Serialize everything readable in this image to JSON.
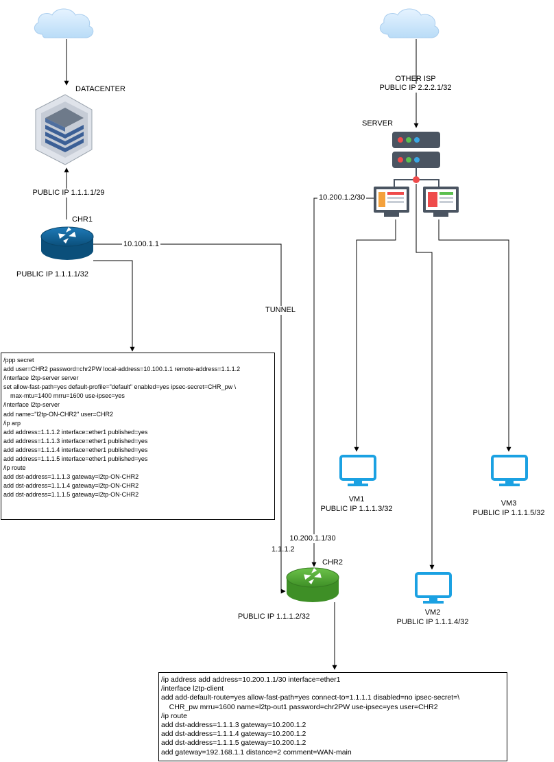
{
  "labels": {
    "datacenter": "DATACENTER",
    "dc_public_ip": "PUBLIC IP 1.1.1.1/29",
    "chr1": "CHR1",
    "chr1_public_ip": "PUBLIC IP 1.1.1.1/32",
    "tunnel_ip_chr1": "10.100.1.1",
    "tunnel": "TUNNEL",
    "tunnel_ip_chr2": "1.1.1.2",
    "other_isp": "OTHER ISP",
    "other_isp_ip": "PUBLIC IP 2.2.2.1/32",
    "server": "SERVER",
    "server_link_ip": "10.200.1.2/30",
    "chr2_link_ip": "10.200.1.1/30",
    "chr2": "CHR2",
    "chr2_public_ip": "PUBLIC IP 1.1.1.2/32",
    "vm1": "VM1",
    "vm1_ip": "PUBLIC IP 1.1.1.3/32",
    "vm2": "VM2",
    "vm2_ip": "PUBLIC IP 1.1.1.4/32",
    "vm3": "VM3",
    "vm3_ip": "PUBLIC IP 1.1.1.5/32"
  },
  "chr1_config": [
    "/ppp secret",
    "add user=CHR2 password=chr2PW local-address=10.100.1.1 remote-address=1.1.1.2",
    "/interface l2tp-server server",
    "set allow-fast-path=yes default-profile=\"default\" enabled=yes ipsec-secret=CHR_pw \\",
    "    max-mtu=1400 mrru=1600 use-ipsec=yes",
    "/interface l2tp-server",
    "add name=\"l2tp-ON-CHR2\" user=CHR2",
    "/ip arp",
    "add address=1.1.1.2 interface=ether1 published=yes",
    "add address=1.1.1.3 interface=ether1 published=yes",
    "add address=1.1.1.4 interface=ether1 published=yes",
    "add address=1.1.1.5 interface=ether1 published=yes",
    "/ip route",
    "add dst-address=1.1.1.3 gateway=l2tp-ON-CHR2",
    "add dst-address=1.1.1.4 gateway=l2tp-ON-CHR2",
    "add dst-address=1.1.1.5 gateway=l2tp-ON-CHR2"
  ],
  "chr2_config": [
    "/ip address add address=10.200.1.1/30 interface=ether1",
    "/interface l2tp-client",
    "add add-default-route=yes allow-fast-path=yes connect-to=1.1.1.1 disabled=no ipsec-secret=\\",
    "    CHR_pw mrru=1600 name=l2tp-out1 password=chr2PW use-ipsec=yes user=CHR2",
    "/ip route",
    "add dst-address=1.1.1.3 gateway=10.200.1.2",
    "add dst-address=1.1.1.4 gateway=10.200.1.2",
    "add dst-address=1.1.1.5 gateway=10.200.1.2",
    "add gateway=192.168.1.1 distance=2 comment=WAN-main"
  ],
  "colors": {
    "cloud": "#c9e4fb",
    "router_blue": "#0d5d8f",
    "router_green": "#4aa82f",
    "monitor": "#1ba1e2",
    "edge": "#000000"
  }
}
